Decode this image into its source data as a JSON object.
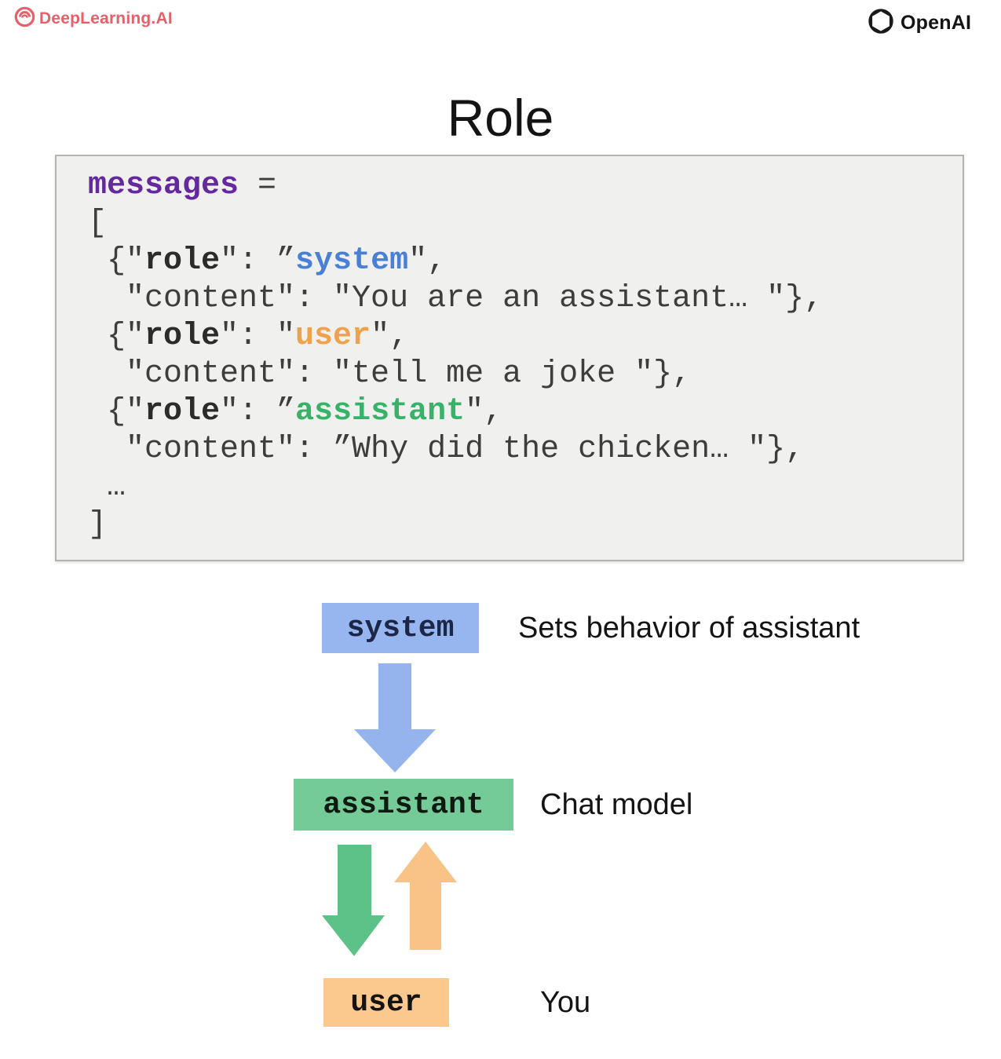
{
  "header": {
    "deeplearning_logo_text": "DeepLearning.AI",
    "openai_logo_text": "OpenAI"
  },
  "title": "Role",
  "code": {
    "l1_kw": "messages",
    "l1_rest": " =",
    "l2": "[",
    "l3_a": " {\"",
    "l3_role": "role",
    "l3_b": "\": ”",
    "l3_val": "system",
    "l3_c": "\",",
    "l4": "  \"content\": \"You are an assistant… \"},",
    "l5_a": " {\"",
    "l5_role": "role",
    "l5_b": "\": \"",
    "l5_val": "user",
    "l5_c": "\",",
    "l6": "  \"content\": \"tell me a joke \"},",
    "l7_a": " {\"",
    "l7_role": "role",
    "l7_b": "\": ”",
    "l7_val": "assistant",
    "l7_c": "\",",
    "l8": "  \"content\": ”Why did the chicken… \"},",
    "l9": " …",
    "l10": "]"
  },
  "diagram": {
    "system_label": "system",
    "system_desc": "Sets behavior of assistant",
    "assistant_label": "assistant",
    "assistant_desc": "Chat model",
    "user_label": "user",
    "user_desc": "You"
  },
  "colors": {
    "deeplearning_red": "#e4606b",
    "code_keyword_purple": "#63299d",
    "code_system_blue": "#4a7fd6",
    "code_user_orange": "#eea24d",
    "code_assistant_green": "#38b269",
    "box_system_blue": "#97b5ee",
    "box_assistant_green": "#75cb97",
    "box_user_orange": "#fbc98e",
    "arrow_blue": "#95b4ed",
    "arrow_green": "#5cc288",
    "arrow_orange": "#f9c287",
    "code_block_bg": "#f0f0ee"
  }
}
